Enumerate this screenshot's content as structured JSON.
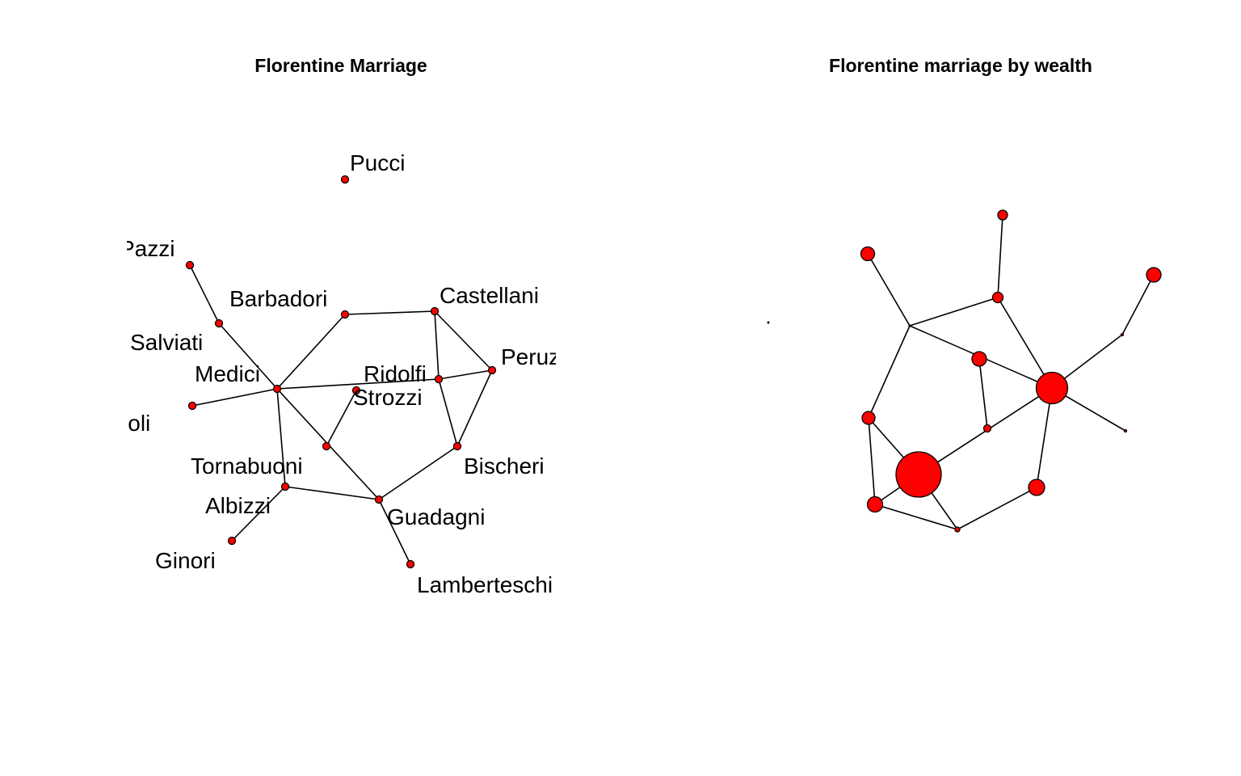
{
  "panels": {
    "left": {
      "title": "Florentine Marriage",
      "labels": {
        "pucci": "Pucci",
        "pazzi": "Pazzi",
        "barbadori": "Barbadori",
        "castellani": "Castellani",
        "salviati": "Salviati",
        "peruzzi": "Peruzzi",
        "medici": "Medici",
        "ridolfi": "Ridolfi",
        "strozzi": "Strozzi",
        "acciaiuoli": "Acciaiuoli",
        "tornabuoni": "Tornabuoni",
        "bischeri": "Bischeri",
        "albizzi": "Albizzi",
        "guadagni": "Guadagni",
        "ginori": "Ginori",
        "lamberteschi": "Lamberteschi"
      }
    },
    "right": {
      "title": "Florentine marriage by wealth"
    }
  },
  "colors": {
    "node_fill": "#ff0000",
    "node_stroke": "#000000",
    "edge": "#000000"
  }
}
